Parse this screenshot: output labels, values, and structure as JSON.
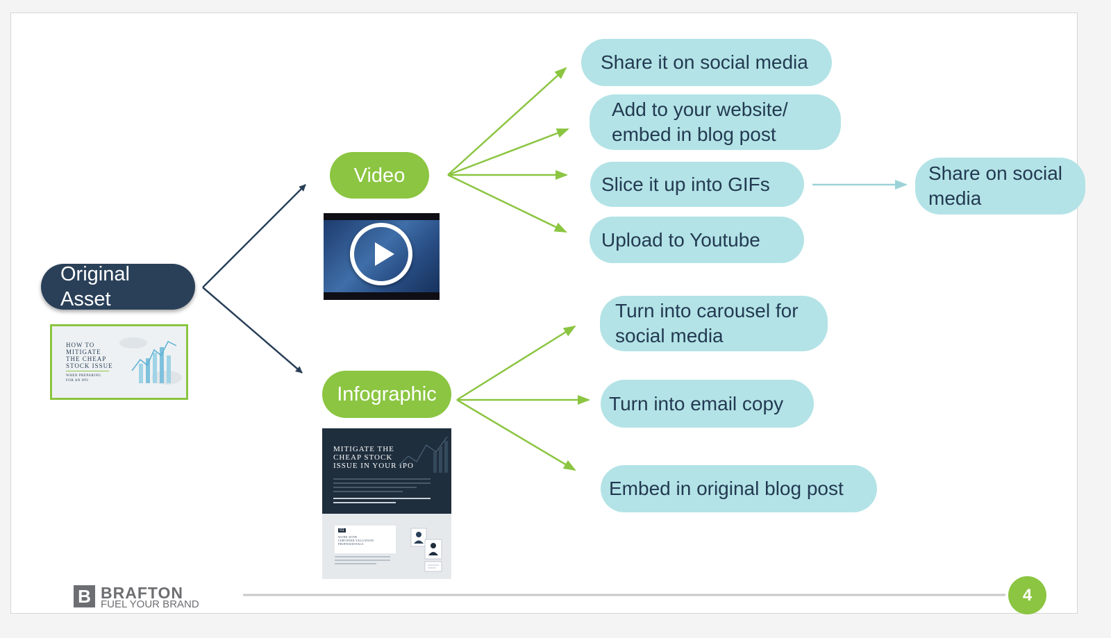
{
  "colors": {
    "dark_node": "#2a4058",
    "green_node": "#8bc541",
    "cyan_node": "#b3e3e6",
    "arrow_dark": "#2a4058",
    "arrow_green": "#8bc541",
    "arrow_cyan": "#9bd3d8"
  },
  "root": {
    "label": "Original Asset"
  },
  "asset_thumb": {
    "line1": "HOW TO",
    "line2": "MITIGATE",
    "line3": "THE CHEAP",
    "line4": "STOCK ISSUE",
    "line5": "WHEN PREPARING",
    "line6": "FOR AN IPO"
  },
  "video": {
    "label": "Video",
    "thumb_icon": "play-icon",
    "actions": [
      {
        "line1": "Share it on social media",
        "line2": ""
      },
      {
        "line1": "Add to your website/",
        "line2": "embed in blog post"
      },
      {
        "line1": "Slice it up into GIFs",
        "line2": ""
      },
      {
        "line1": "Upload to Youtube",
        "line2": ""
      }
    ],
    "gif_followup": {
      "line1": "Share on social",
      "line2": "media"
    }
  },
  "infographic": {
    "label": "Infographic",
    "thumb": {
      "title1": "MITIGATE THE",
      "title2": "CHEAP STOCK",
      "title3": "ISSUE IN YOUR IPO",
      "step_number": "01",
      "step1": "WORK WITH",
      "step2": "CERTIFIED VALUATION",
      "step3": "PROFESSIONALS"
    },
    "actions": [
      {
        "line1": "Turn into carousel for",
        "line2": "social media"
      },
      {
        "line1": "Turn into email copy",
        "line2": ""
      },
      {
        "line1": "Embed in original blog post",
        "line2": ""
      }
    ]
  },
  "footer": {
    "logo_letter": "B",
    "brand": "BRAFTON",
    "tagline": "FUEL YOUR BRAND",
    "page_number": "4"
  }
}
